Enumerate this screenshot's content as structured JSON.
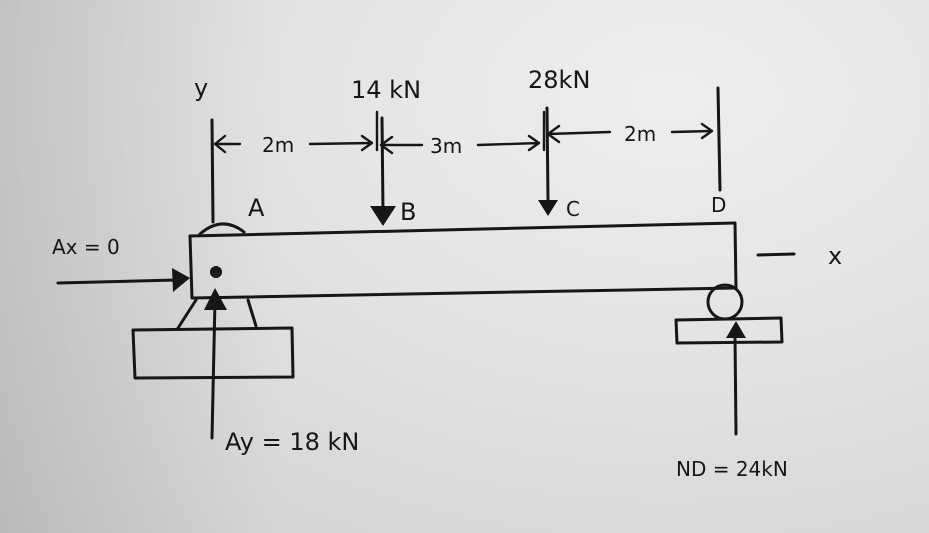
{
  "labels": {
    "y_axis": "y",
    "x_axis": "x",
    "load_b": "14 kN",
    "load_c": "28kN",
    "dim_ab": "2m",
    "dim_bc": "3m",
    "dim_cd": "2m",
    "point_a": "A",
    "point_b": "B",
    "point_c": "C",
    "point_d": "D",
    "reaction_ax": "Ax = 0",
    "reaction_ay": "Ay = 18 kN",
    "reaction_nd": "ND = 24kN"
  },
  "colors": {
    "ink": "#161616",
    "paper": "#e6e6e4"
  }
}
